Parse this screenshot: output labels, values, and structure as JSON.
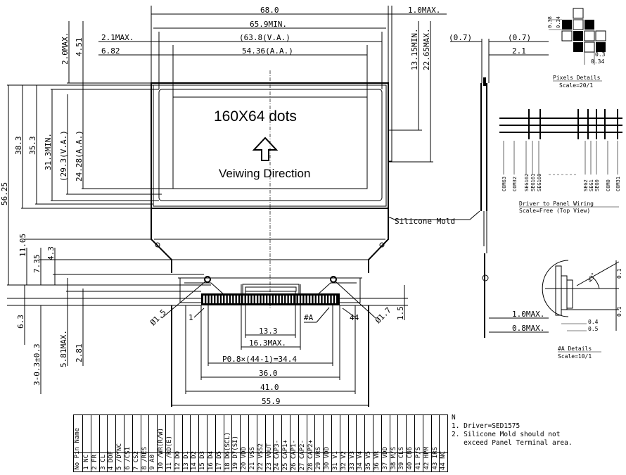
{
  "front_view": {
    "title_text": "160X64 dots",
    "direction_text": "Veiwing Direction",
    "silicone_label": "Silicone Mold",
    "a_label": "#A",
    "pin_first": "1",
    "pin_last": "44",
    "dims_top": {
      "d68": "68.0",
      "d1max": "1.0MAX.",
      "d659": "65.9MIN.",
      "d21max": "2.1MAX.",
      "d638": "(63.8(V.A.)",
      "d682": "6.82",
      "d5436": "54.36(A.A.)"
    },
    "dims_left": {
      "d20max": "2.0MAX.",
      "d451": "4.51",
      "d5625": "56.25",
      "d383": "38.3",
      "d353": "35.3",
      "d313": "31.3MIN.",
      "d293": "(29.3(V.A.)",
      "d2428": "24.28(A.A.)",
      "d1105": "11.05",
      "d735": "7.35",
      "d43": "4.3",
      "d63": "6.3",
      "d3": "3-0.3±0.3",
      "d581": "5.81MAX.",
      "d281": "2.81"
    },
    "dims_right": {
      "d1315": "13.15MIN.",
      "d2265": "22.65MAX.",
      "d15": "1.5"
    },
    "dims_bottom": {
      "d133": "13.3",
      "d163": "16.3MAX.",
      "pitch": "P0.8×(44-1)=34.4",
      "d360": "36.0",
      "d410": "41.0",
      "d559": "55.9"
    },
    "hole_left": "Ø1.5",
    "hole_right": "Ø1.7"
  },
  "side_view": {
    "d07a": "(0.7)",
    "d07b": "(0.7)",
    "d21": "2.1"
  },
  "pixel_details": {
    "d038": "0.38",
    "d034": "0.34",
    "d03": "0.3",
    "d034b": "0.34",
    "title": "Pixels Details",
    "scale": "Scale=20/1"
  },
  "wiring": {
    "labels": [
      "COM63",
      "COM32",
      "SEG162",
      "SEG161",
      "SEG160",
      "SEG2",
      "SEG1",
      "SEG0",
      "COM0",
      "COM31"
    ],
    "title": "Driver to Panel Wiring",
    "scale": "Scale=Free (Top View)"
  },
  "a_details": {
    "angle": "45°",
    "d1max": "1.0MAX.",
    "d08max": "0.8MAX.",
    "d04": "0.4",
    "d05": "0.5",
    "d01a": "0.1",
    "d01b": "0.1",
    "title": "#A Details",
    "scale": "Scale=10/1"
  },
  "pin_table": {
    "header": "No Pin Name",
    "pins": [
      "1 NC",
      "2 FR",
      "3 CL",
      "4 DOF",
      "5 /DYNC",
      "6 /CS1",
      "7 CS2",
      "8 /RES",
      "9 A0",
      "10 /WR(R/W)",
      "11 /RD(E)",
      "12 D0",
      "13 D1",
      "14 D2",
      "15 D3",
      "16 D4",
      "17 D5",
      "18 D6(SCL)",
      "19 D7(SI)",
      "20 VDD",
      "21 VSS",
      "22 VSS2",
      "23 VOUT",
      "24 CAP3-",
      "25 CAP1+",
      "26 CAP1-",
      "27 CAP2-",
      "28 CAP2+",
      "29 VRS",
      "30 VDD",
      "31 V1",
      "32 V2",
      "33 V3",
      "34 V4",
      "35 V5",
      "36 VR",
      "37 VDD",
      "38 M/S",
      "39 CLS",
      "40 C86",
      "41 P/S",
      "42 HPM",
      "43 IRS",
      "44 NC"
    ]
  },
  "notes": {
    "heading": "N",
    "line1": "1. Driver=SED1575",
    "line2": "2. Silicone Mold should not",
    "line3": "   exceed Panel Terminal area."
  }
}
